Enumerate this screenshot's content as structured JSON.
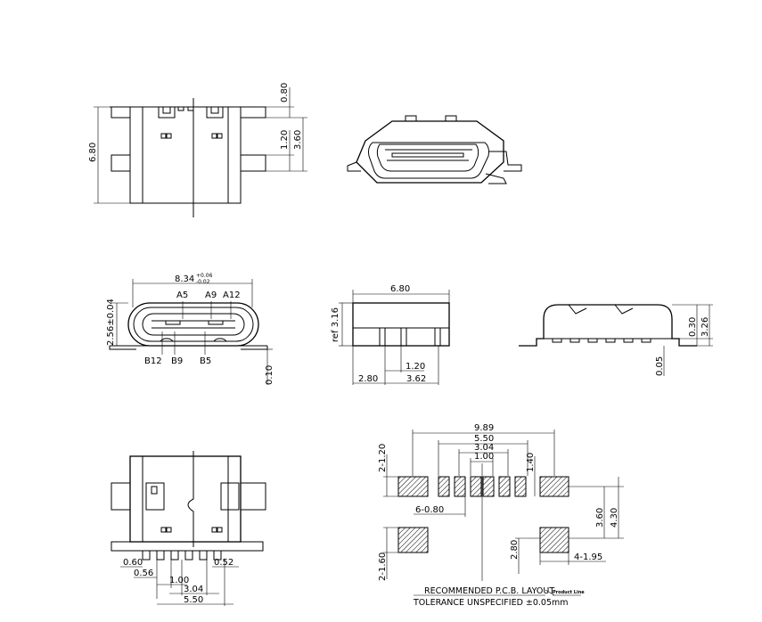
{
  "top_view": {
    "dim_width": "6.80",
    "dim_tab": "0.80",
    "dim_step": "1.20",
    "dim_depth": "3.60"
  },
  "front_view": {
    "dim_length": "8.34",
    "dim_length_tol_upper": "+0.06",
    "dim_length_tol_lower": "-0.02",
    "dim_height": "2.56±0.04",
    "dim_foot": "0.10",
    "pins_top": [
      "A5",
      "A9",
      "A12"
    ],
    "pins_bottom": [
      "B12",
      "B9",
      "B5"
    ]
  },
  "side_view": {
    "dim_overall": "6.80",
    "dim_ref": "ref 3.16",
    "dim_pin_gap": "1.20",
    "dim_left": "2.80",
    "dim_right": "3.62"
  },
  "rear_view": {
    "dim_a": "0.30",
    "dim_b": "3.26",
    "dim_c": "0.05"
  },
  "bottom_view": {
    "dim_a": "0.60",
    "dim_b": "0.56",
    "dim_c": "0.52",
    "dim_d": "1.00",
    "dim_e": "3.04",
    "dim_f": "5.50"
  },
  "pcb_layout": {
    "dim_overall": "9.89",
    "dim_outer": "5.50",
    "dim_mid": "3.04",
    "dim_inner": "1.00",
    "dim_pad_h": "1.40",
    "dim_2x120": "2-1.20",
    "dim_6x080": "6-0.80",
    "dim_360": "3.60",
    "dim_430": "4.30",
    "dim_4x195": "4-1.95",
    "dim_280": "2.80",
    "dim_2x160": "2-1.60",
    "title": "RECOMMENDED   P.C.B.  LAYOUT",
    "tolerance": "TOLERANCE  UNSPECIFIED  ±0.05mm",
    "stamp": "Product Line"
  }
}
